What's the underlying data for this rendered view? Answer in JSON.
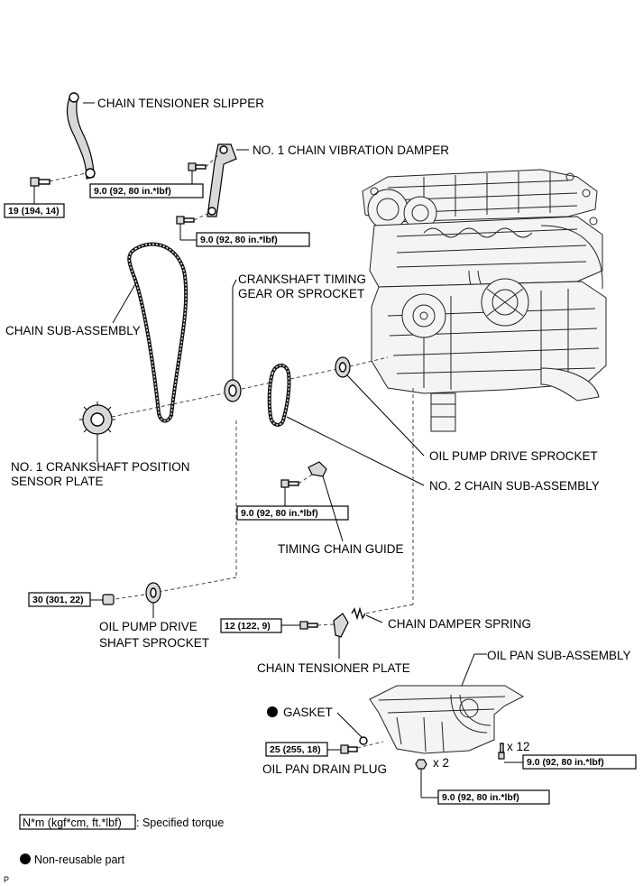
{
  "labels": {
    "chain_tensioner_slipper": "CHAIN TENSIONER SLIPPER",
    "no1_chain_vibration_damper": "NO. 1 CHAIN VIBRATION DAMPER",
    "crankshaft_timing_gear_line1": "CRANKSHAFT TIMING",
    "crankshaft_timing_gear_line2": "GEAR OR SPROCKET",
    "chain_sub_assembly": "CHAIN SUB-ASSEMBLY",
    "no1_crankshaft_sensor_line1": "NO. 1 CRANKSHAFT POSITION",
    "no1_crankshaft_sensor_line2": "SENSOR PLATE",
    "oil_pump_drive_sprocket": "OIL PUMP DRIVE SPROCKET",
    "no2_chain_sub_assembly": "NO. 2 CHAIN SUB-ASSEMBLY",
    "timing_chain_guide": "TIMING CHAIN GUIDE",
    "oil_pump_shaft_sprocket_line1": "OIL PUMP DRIVE",
    "oil_pump_shaft_sprocket_line2": "SHAFT SPROCKET",
    "chain_damper_spring": "CHAIN DAMPER SPRING",
    "chain_tensioner_plate": "CHAIN TENSIONER PLATE",
    "oil_pan_sub_assembly": "OIL PAN SUB-ASSEMBLY",
    "gasket": "GASKET",
    "oil_pan_drain_plug": "OIL PAN DRAIN PLUG",
    "qty_x12": "x 12",
    "qty_x2": "x 2"
  },
  "torques": {
    "slipper_bolt": "19 (194, 14)",
    "damper_bolt_upper": "9.0 (92, 80 in.*lbf)",
    "damper_bolt_lower": "9.0 (92, 80 in.*lbf)",
    "guide_bolt": "9.0 (92, 80 in.*lbf)",
    "shaft_sprocket_nut": "30 (301, 22)",
    "tensioner_plate_bolt": "12 (122, 9)",
    "drain_plug": "25 (255, 18)",
    "oil_pan_bolts_x12": "9.0 (92, 80 in.*lbf)",
    "oil_pan_nuts_x2": "9.0 (92, 80 in.*lbf)"
  },
  "legend": {
    "torque_box": "N*m (kgf*cm, ft.*lbf)",
    "torque_desc": ": Specified torque",
    "non_reusable": "Non-reusable part"
  },
  "corner_code": "P"
}
